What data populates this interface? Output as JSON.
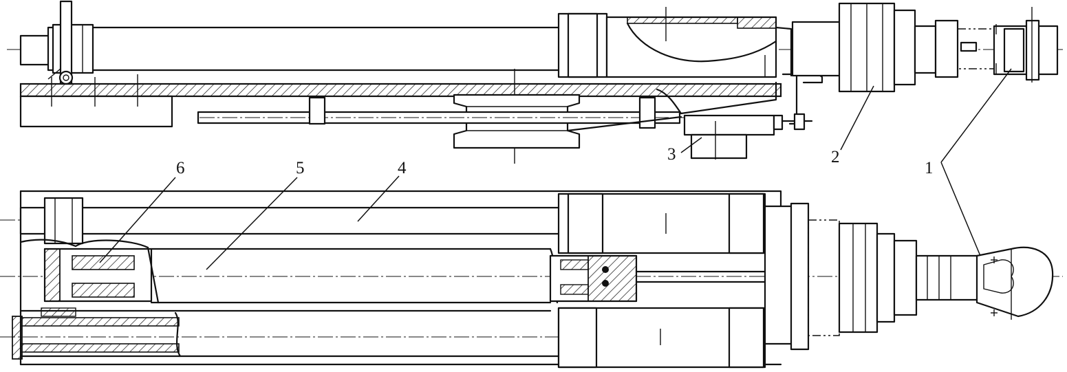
{
  "callouts": [
    {
      "id": "part-1",
      "label": "1"
    },
    {
      "id": "part-2",
      "label": "2"
    },
    {
      "id": "part-3",
      "label": "3"
    },
    {
      "id": "part-4",
      "label": "4"
    },
    {
      "id": "part-5",
      "label": "5"
    },
    {
      "id": "part-6",
      "label": "6"
    }
  ]
}
